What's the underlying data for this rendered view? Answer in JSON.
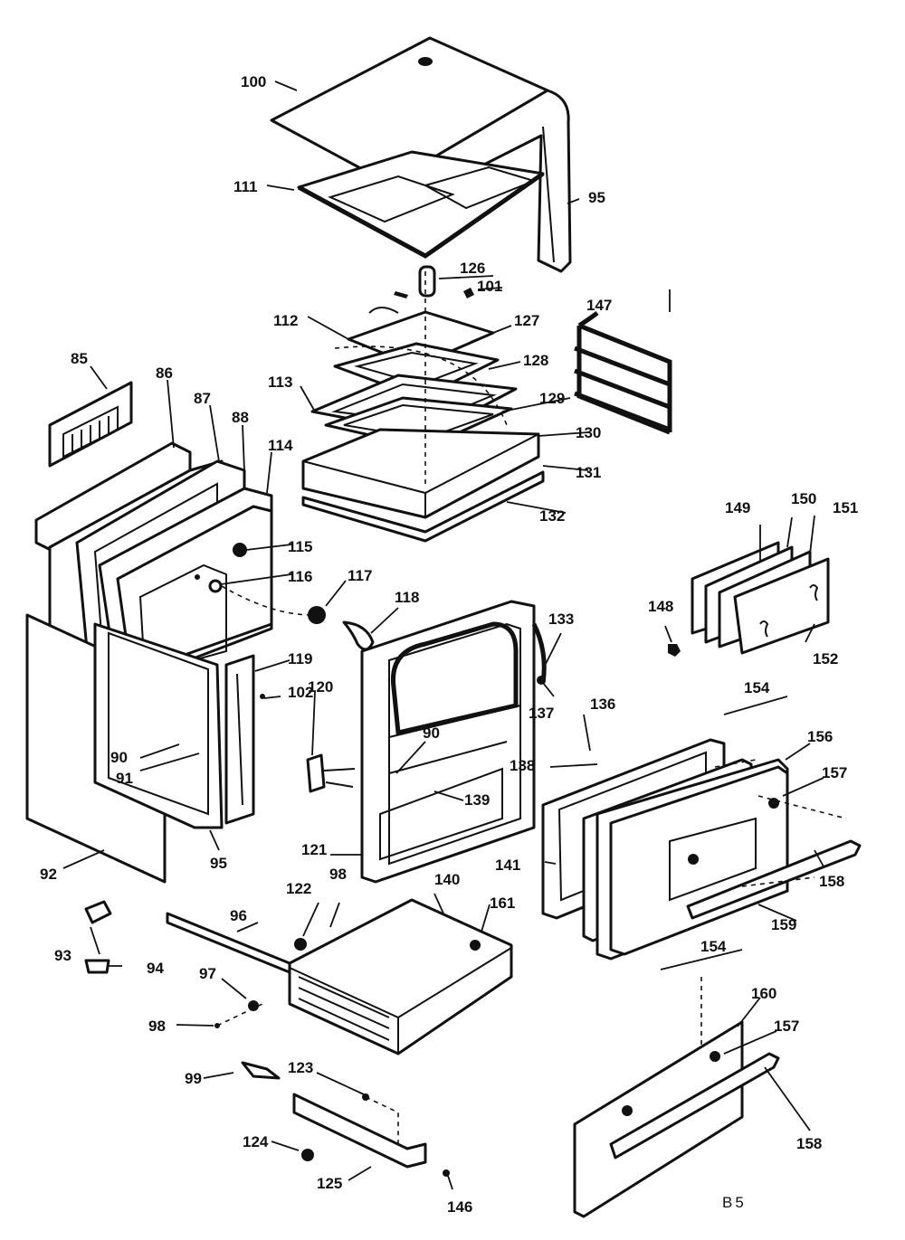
{
  "diagram": {
    "labels": {
      "p85": "85",
      "p86": "86",
      "p87": "87",
      "p88": "88",
      "p90a": "90",
      "p90b": "90",
      "p91": "91",
      "p92": "92",
      "p93": "93",
      "p94": "94",
      "p95a": "95",
      "p95b": "95",
      "p96": "96",
      "p97": "97",
      "p98a": "98",
      "p98b": "98",
      "p99": "99",
      "p100": "100",
      "p101": "101",
      "p102": "102",
      "p111": "111",
      "p112": "112",
      "p113": "113",
      "p114": "114",
      "p115": "115",
      "p116": "116",
      "p117": "117",
      "p118": "118",
      "p119": "119",
      "p120": "120",
      "p121": "121",
      "p122": "122",
      "p123": "123",
      "p124": "124",
      "p125": "125",
      "p126": "126",
      "p127": "127",
      "p128": "128",
      "p129": "129",
      "p130": "130",
      "p131": "131",
      "p132": "132",
      "p133": "133",
      "p136": "136",
      "p137": "137",
      "p138": "138",
      "p139": "139",
      "p140": "140",
      "p141": "141",
      "p146": "146",
      "p147": "147",
      "p148": "148",
      "p149": "149",
      "p150": "150",
      "p151": "151",
      "p152": "152",
      "p154a": "154",
      "p154b": "154",
      "p156": "156",
      "p157a": "157",
      "p157b": "157",
      "p158a": "158",
      "p158b": "158",
      "p159": "159",
      "p160": "160",
      "p161": "161"
    },
    "page_code": "B5"
  }
}
